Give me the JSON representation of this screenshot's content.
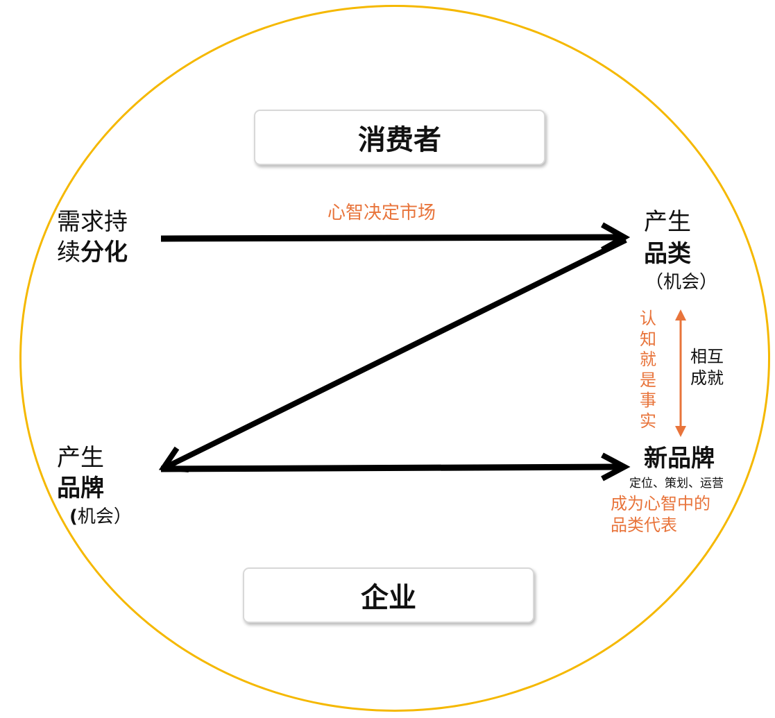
{
  "consumer": "消费者",
  "enterprise": "企业",
  "left_top": {
    "line1": "需求持",
    "line2_plain": "续",
    "line2_bold": "分化"
  },
  "top_arrow_label": "心智决定市场",
  "right_top": {
    "line1": "产生",
    "line2": "品类",
    "line3": "（机会）"
  },
  "left_bottom": {
    "line1": "产生",
    "line2": "品牌",
    "line3_bold": "(",
    "line3_plain": "机会）"
  },
  "vertical_orange": "认知就是事实",
  "mutual": {
    "line1": "相互",
    "line2": "成就"
  },
  "new_brand": {
    "title": "新品牌",
    "sub": "定位、策划、运营",
    "orange_line1": "成为心智中的",
    "orange_line2": "品类代表"
  },
  "colors": {
    "ring": "#F5B800",
    "orange": "#E8743B",
    "arrow": "#000000"
  }
}
